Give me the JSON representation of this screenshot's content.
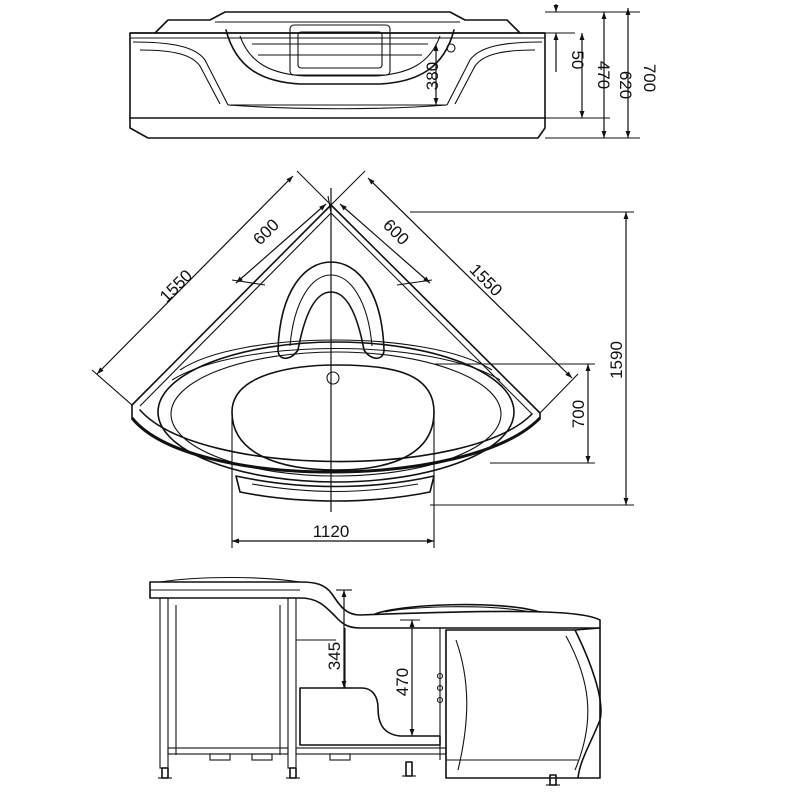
{
  "front_view": {
    "dims": {
      "d50": "50",
      "d470": "470",
      "d620": "620",
      "d700": "700",
      "d380": "380"
    }
  },
  "top_view": {
    "dims": {
      "d1550_left": "1550",
      "d600_left": "600",
      "d600_right": "600",
      "d1550_right": "1550",
      "d1590": "1590",
      "d700": "700",
      "d1120": "1120"
    }
  },
  "side_view": {
    "dims": {
      "d345": "345",
      "d470": "470"
    }
  }
}
